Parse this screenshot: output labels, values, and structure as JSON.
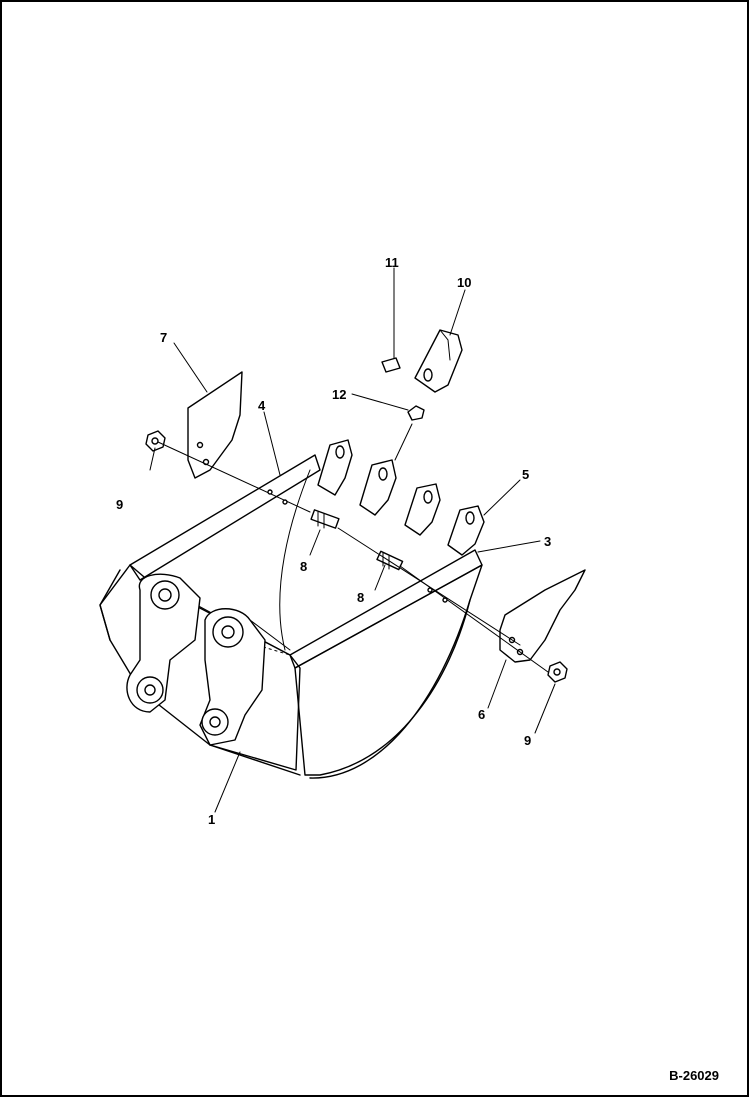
{
  "diagram": {
    "callouts": [
      {
        "id": "c1",
        "label": "1"
      },
      {
        "id": "c3",
        "label": "3"
      },
      {
        "id": "c4",
        "label": "4"
      },
      {
        "id": "c5",
        "label": "5"
      },
      {
        "id": "c6",
        "label": "6"
      },
      {
        "id": "c7",
        "label": "7"
      },
      {
        "id": "c8a",
        "label": "8"
      },
      {
        "id": "c8b",
        "label": "8"
      },
      {
        "id": "c9a",
        "label": "9"
      },
      {
        "id": "c9b",
        "label": "9"
      },
      {
        "id": "c10",
        "label": "10"
      },
      {
        "id": "c11",
        "label": "11"
      },
      {
        "id": "c12",
        "label": "12"
      }
    ],
    "drawing_number": "B-26029"
  }
}
